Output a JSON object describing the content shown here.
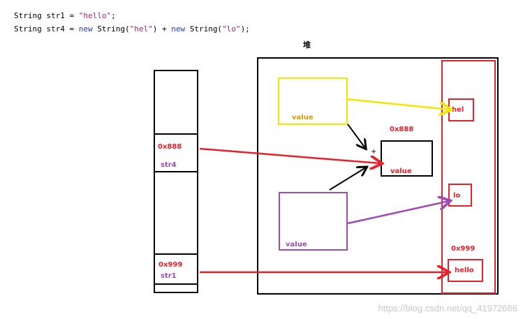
{
  "code": {
    "line1": {
      "prefix": "String str1 = ",
      "literal": "\"hello\"",
      "suffix": ";"
    },
    "line2": {
      "prefix": "String str4 = ",
      "kw1": "new",
      "mid1": " String(",
      "lit1": "\"hel\"",
      "mid2": ") + ",
      "kw2": "new",
      "mid3": " String(",
      "lit2": "\"lo\"",
      "suffix": ");"
    }
  },
  "heap_label": "堆",
  "stack": {
    "frame_str4": {
      "address": "0x888",
      "name": "str4"
    },
    "frame_str1": {
      "address": "0x999",
      "name": "str1"
    }
  },
  "heap": {
    "yellow_obj": {
      "field": "value"
    },
    "purple_obj": {
      "field": "value"
    },
    "black_obj": {
      "address": "0x888",
      "field": "value"
    },
    "concat_symbol": "+"
  },
  "string_pool": {
    "hel": "hel",
    "lo": "lo",
    "hello_address": "0x999",
    "hello": "hello"
  },
  "watermark": "https://blog.csdn.net/qq_41972686",
  "colors": {
    "red": "#e8202a",
    "yellow": "#f2e600",
    "purple": "#a04ab4",
    "black": "#000000"
  }
}
